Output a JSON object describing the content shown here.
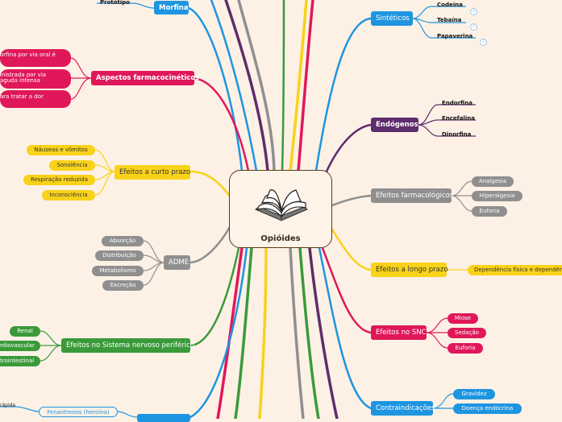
{
  "central": {
    "title": "Opióides",
    "icon": "open-book-icon"
  },
  "topics": {
    "morfina": {
      "label": "Morfina",
      "note": "Protótipo"
    },
    "sinteticos": {
      "label": "Sintéticos",
      "children": [
        {
          "label": "Codeína",
          "badge": "2"
        },
        {
          "label": "Tebaína",
          "badge": "2"
        },
        {
          "label": "Papaverina",
          "badge": "2"
        }
      ]
    },
    "farmacocineticos": {
      "label": "Aspectos farmacocinéticos",
      "children": [
        {
          "text": "orfina por via oral é"
        },
        {
          "text": "inistrada por via\naguda intensa"
        },
        {
          "text": "ara tratar a dor"
        }
      ]
    },
    "endogenos": {
      "label": "Endógenos",
      "children": [
        "Endorfina",
        "Encefalina",
        "Dinorfina"
      ]
    },
    "curto_prazo": {
      "label": "Efeitos a curto prazo",
      "children": [
        "Náuseas e vômitos",
        "Sonolência",
        "Respiração reduzida",
        "Inconsciência"
      ]
    },
    "farmacologicos": {
      "label": "Efeitos farmacológicos",
      "children": [
        "Analgesia",
        "Hiperalgesia",
        "Euforia"
      ]
    },
    "adme": {
      "label": "ADME",
      "children": [
        "Absorção",
        "Distribuição",
        "Metabolismo",
        "Excreção"
      ]
    },
    "longo_prazo": {
      "label": "Efeitos a longo prazo",
      "children": [
        "Dependência física e dependên"
      ]
    },
    "snc": {
      "label": "Efeitos no SNC",
      "children": [
        "Miose",
        "Sedação",
        "Euforia"
      ]
    },
    "periferico": {
      "label": "Efeitos no Sistema nervoso periférico",
      "children": [
        "Renal",
        "rdiovascular",
        "trointestinal"
      ]
    },
    "contraindicacoes": {
      "label": "Contraindicações",
      "children": [
        "Gravidez",
        "Doença endócrina"
      ]
    },
    "fenantrenos": {
      "label": "Fenantrenos (heroína)",
      "note": "rápida"
    }
  },
  "colors": {
    "background": "#fdf1e6",
    "blue": "#1e95e0",
    "pink": "#e0185a",
    "yellow": "#f9d21a",
    "purple": "#5e2d6b",
    "gray": "#8f8f8f",
    "green": "#3a9a3a"
  }
}
